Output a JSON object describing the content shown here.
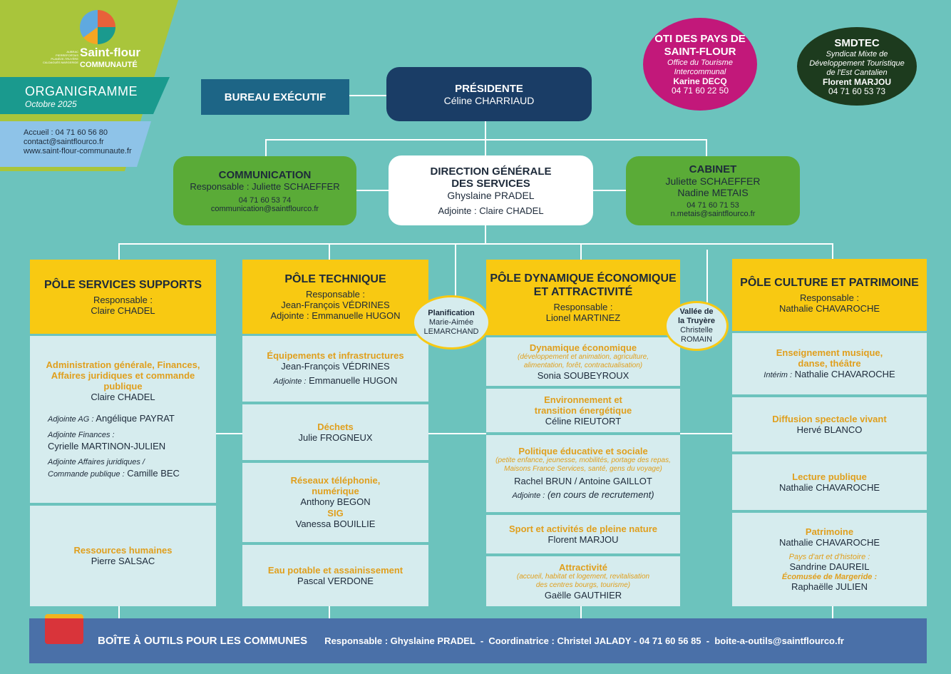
{
  "header": {
    "logo_name": "Saint-flour",
    "logo_sub": "COMMUNAUTÉ",
    "logo_regions": [
      "AUBRAC",
      "PIERREFORTAIS",
      "PLANÈZE-TRUYÈRE",
      "CALDAGUÈS MARGERIDE"
    ],
    "title": "ORGANIGRAMME",
    "date": "Octobre 2025",
    "contact": [
      "Accueil : 04 71 60 56 80",
      "contact@saintflourco.fr",
      "www.saint-flour-communaute.fr"
    ]
  },
  "bureau": "BUREAU EXÉCUTIF",
  "presidente": {
    "title": "PRÉSIDENTE",
    "name": "Céline CHARRIAUD"
  },
  "oti": {
    "title1": "OTI DES PAYS DE",
    "title2": "SAINT-FLOUR",
    "sub1": "Office du Tourisme",
    "sub2": "Intercommunal",
    "name": "Karine DECQ",
    "phone": "04 71 60 22 50"
  },
  "smdtec": {
    "title": "SMDTEC",
    "sub1": "Syndicat Mixte de",
    "sub2": "Développement Touristique",
    "sub3": "de l'Est Cantalien",
    "name": "Florent MARJOU",
    "phone": "04 71 60 53 73"
  },
  "communication": {
    "title": "COMMUNICATION",
    "resp": "Responsable : Juliette SCHAEFFER",
    "phone": "04 71 60 53 74",
    "email": "communication@saintflourco.fr"
  },
  "dgs": {
    "title1": "DIRECTION GÉNÉRALE",
    "title2": "DES SERVICES",
    "name": "Ghyslaine PRADEL",
    "adj": "Adjointe : Claire CHADEL"
  },
  "cabinet": {
    "title": "CABINET",
    "name1": "Juliette SCHAEFFER",
    "name2": "Nadine METAIS",
    "phone": "04 71 60 71 53",
    "email": "n.metais@saintflourco.fr"
  },
  "p1": {
    "title": "PÔLE SERVICES SUPPORTS",
    "l1": "Responsable :",
    "l2": "Claire CHADEL",
    "admin": {
      "t1": "Administration générale, Finances,",
      "t2": "Affaires juridiques et commande",
      "t3": "publique",
      "name": "Claire CHADEL",
      "a1l": "Adjointe AG :",
      "a1": " Angélique PAYRAT",
      "a2l": "Adjointe Finances :",
      "a2": "Cyrielle MARTINON-JULIEN",
      "a3l1": "Adjointe Affaires juridiques /",
      "a3l2": "Commande publique :",
      "a3": " Camille BEC"
    },
    "rh": {
      "t": "Ressources humaines",
      "name": "Pierre SALSAC"
    }
  },
  "p2": {
    "title": "PÔLE TECHNIQUE",
    "l1": "Responsable :",
    "l2": "Jean-François VÉDRINES",
    "l3": "Adjointe : Emmanuelle HUGON",
    "s1": {
      "t": "Équipements et infrastructures",
      "name": "Jean-François VÉDRINES",
      "al": "Adjointe :",
      "a": " Emmanuelle HUGON"
    },
    "s2": {
      "t": "Déchets",
      "name": "Julie FROGNEUX"
    },
    "s3": {
      "t1": "Réseaux téléphonie,",
      "t2": "numérique",
      "name": "Anthony BEGON",
      "t3": "SIG",
      "name2": "Vanessa BOUILLIE"
    },
    "s4": {
      "t": "Eau potable et assainissement",
      "name": "Pascal VERDONE"
    }
  },
  "planif": {
    "t": "Planification",
    "n1": "Marie-Aimée",
    "n2": "LEMARCHAND"
  },
  "p3": {
    "title1": "PÔLE DYNAMIQUE ÉCONOMIQUE",
    "title2": "ET ATTRACTIVITÉ",
    "l1": "Responsable :",
    "l2": "Lionel MARTINEZ",
    "s1": {
      "t": "Dynamique économique",
      "d1": "(développement et animation, agriculture,",
      "d2": "alimentation, forêt, contractualisation)",
      "name": "Sonia SOUBEYROUX"
    },
    "s2": {
      "t1": "Environnement et",
      "t2": "transition énergétique",
      "name": "Céline RIEUTORT"
    },
    "s3": {
      "t": "Politique éducative et sociale",
      "d1": "(petite enfance, jeunesse, mobilités, portage des repas,",
      "d2": "Maisons France Services, santé, gens du voyage)",
      "name": "Rachel BRUN / Antoine GAILLOT",
      "al": "Adjointe :",
      "a": " (en cours de recrutement)"
    },
    "s4": {
      "t": "Sport et activités de pleine nature",
      "name": "Florent MARJOU"
    },
    "s5": {
      "t": "Attractivité",
      "d1": "(accueil, habitat et logement, revitalisation",
      "d2": "des centres bourgs, tourisme)",
      "name": "Gaëlle GAUTHIER"
    }
  },
  "vallee": {
    "t1": "Vallée de",
    "t2": "la Truyère",
    "n1": "Christelle",
    "n2": "ROMAIN"
  },
  "p4": {
    "title": "PÔLE CULTURE ET PATRIMOINE",
    "l1": "Responsable :",
    "l2": "Nathalie CHAVAROCHE",
    "s1": {
      "t1": "Enseignement musique,",
      "t2": "danse, théâtre",
      "il": "Intérim :",
      "name": " Nathalie CHAVAROCHE"
    },
    "s2": {
      "t": "Diffusion spectacle vivant",
      "name": "Hervé BLANCO"
    },
    "s3": {
      "t": "Lecture publique",
      "name": "Nathalie CHAVAROCHE"
    },
    "s4": {
      "t": "Patrimoine",
      "name": "Nathalie CHAVAROCHE",
      "d1": "Pays d'art et d'histoire :",
      "n1": "Sandrine DAUREIL",
      "d2": "Écomusée de Margeride :",
      "n2": "Raphaëlle JULIEN"
    }
  },
  "footer": {
    "title": "BOÎTE À OUTILS POUR LES COMMUNES",
    "info": "Responsable : Ghyslaine PRADEL  -  Coordinatrice : Christel JALADY - 04 71 60 56 85  -  boite-a-outils@saintflourco.fr"
  }
}
